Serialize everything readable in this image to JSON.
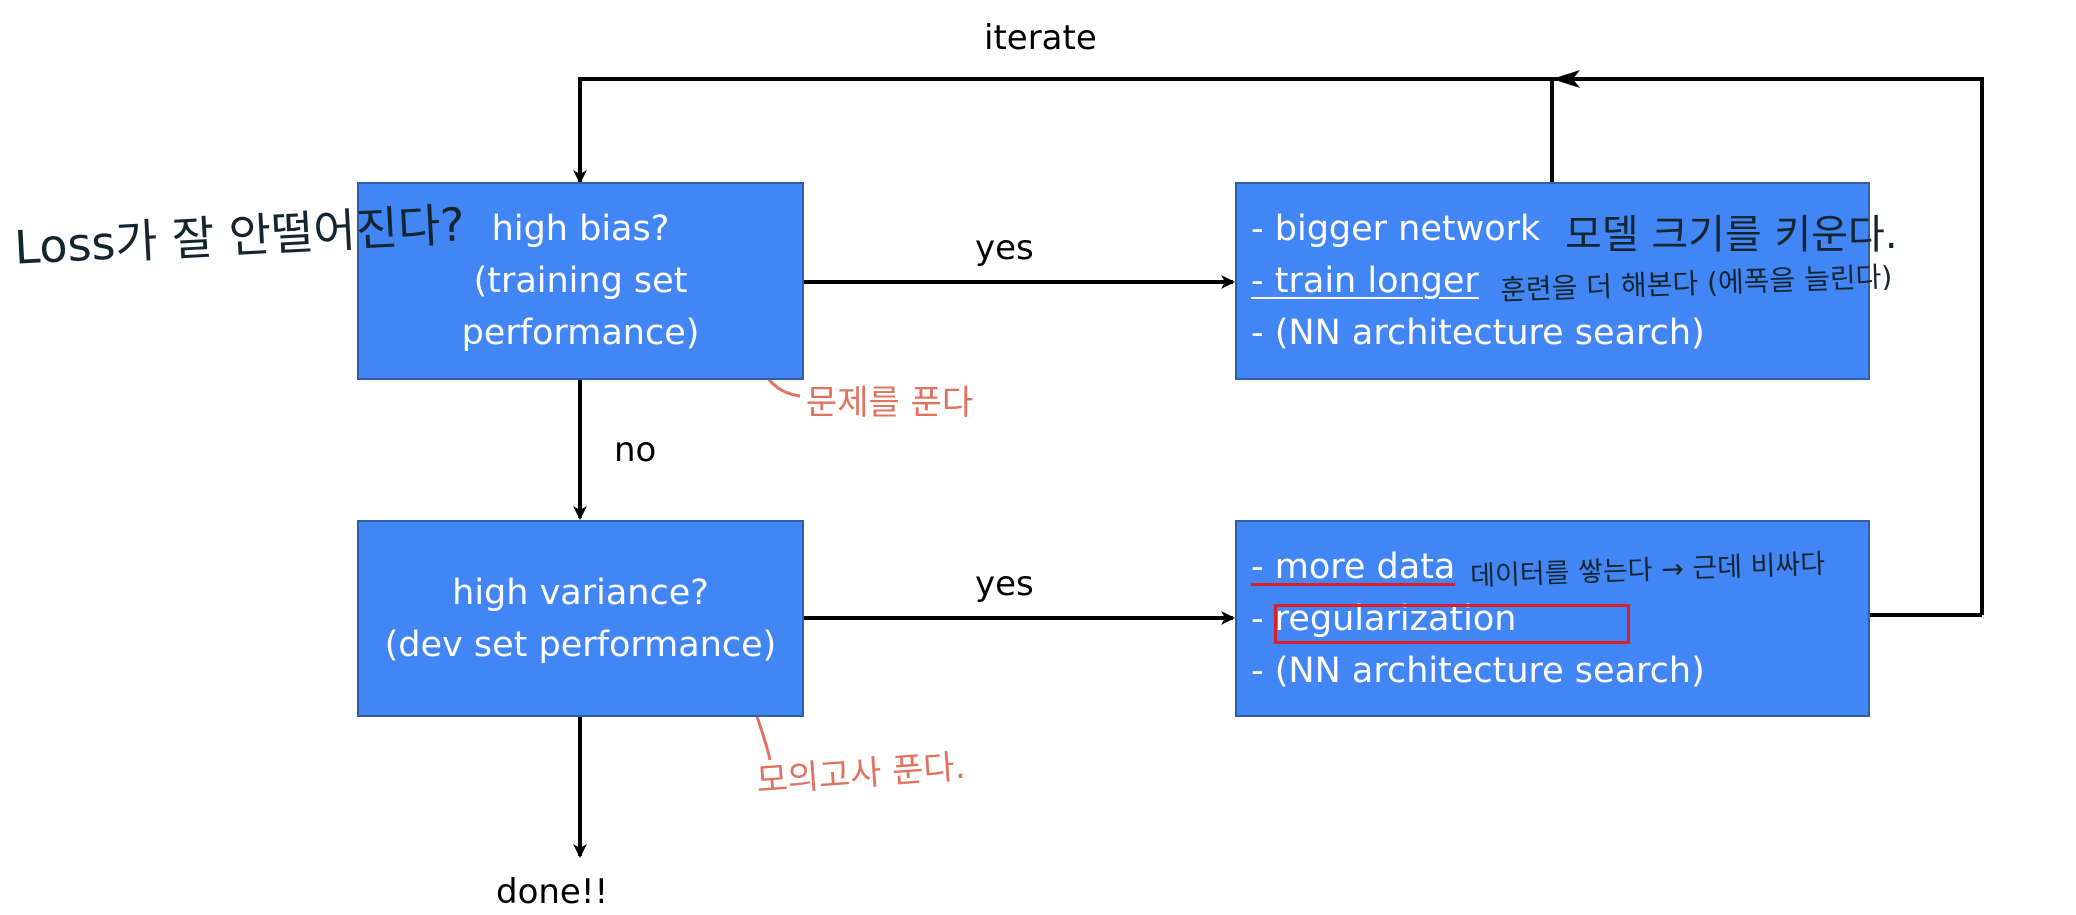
{
  "boxes": {
    "bias": {
      "lines": [
        "high bias?",
        "(training set",
        "performance)"
      ]
    },
    "variance": {
      "lines": [
        "high variance?",
        "(dev set performance)"
      ]
    },
    "bias_fix": {
      "items": [
        "- bigger network",
        "- train longer",
        "- (NN architecture search)"
      ]
    },
    "variance_fix": {
      "items": [
        "- more data",
        "- regularization",
        "- (NN architecture search)"
      ]
    }
  },
  "labels": {
    "iterate": "iterate",
    "yes_top": "yes",
    "yes_bottom": "yes",
    "no": "no",
    "done": "done!!"
  },
  "annotations": {
    "loss": "Loss가 잘 안떨어진다?",
    "model_size": "모델 크기를 키운다.",
    "train_more": "훈련을 더 해본다 (에폭을 늘린다)",
    "problem_solving": "문제를 푼다",
    "more_data_note": "데이터를 쌓는다 → 근데 비싸다",
    "exam_solving": "모의고사 푼다."
  },
  "colors": {
    "box_fill": "#4285F4",
    "box_text": "#ffffff",
    "arrow": "#000000",
    "handwriting_dark": "#13262f",
    "handwriting_red": "#e0735f",
    "highlight_red": "#d8202a"
  }
}
